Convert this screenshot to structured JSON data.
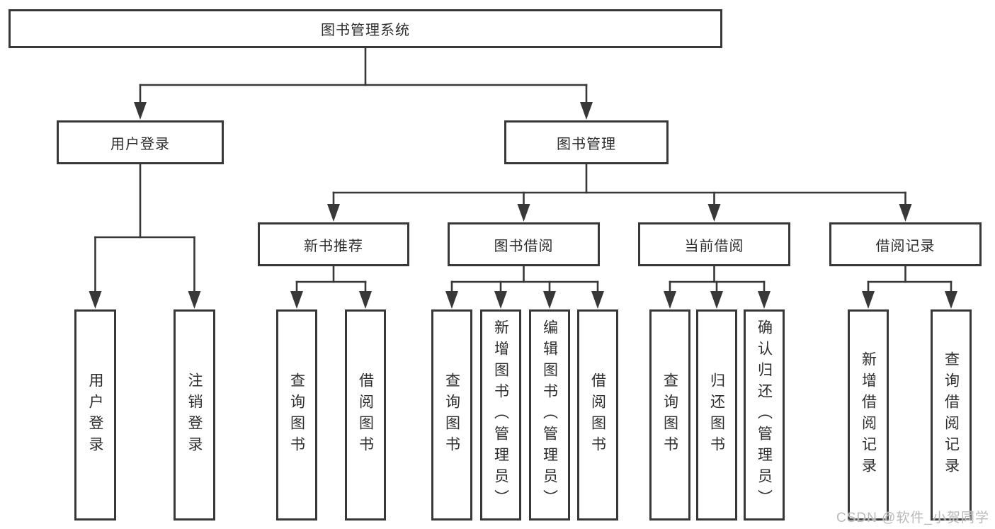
{
  "tree": {
    "root": {
      "label": "图书管理系统"
    },
    "branches": [
      {
        "label": "用户登录",
        "leaves": [
          {
            "label": "用户登录"
          },
          {
            "label": "注销登录"
          }
        ]
      },
      {
        "label": "图书管理",
        "groups": [
          {
            "label": "新书推荐",
            "leaves": [
              {
                "label": "查询图书"
              },
              {
                "label": "借阅图书"
              }
            ]
          },
          {
            "label": "图书借阅",
            "leaves": [
              {
                "label": "查询图书"
              },
              {
                "label": "新增图书（管理员）"
              },
              {
                "label": "编辑图书（管理员）"
              },
              {
                "label": "借阅图书"
              }
            ]
          },
          {
            "label": "当前借阅",
            "leaves": [
              {
                "label": "查询图书"
              },
              {
                "label": "归还图书"
              },
              {
                "label": "确认归还（管理员）"
              }
            ]
          },
          {
            "label": "借阅记录",
            "leaves": [
              {
                "label": "新增借阅记录"
              },
              {
                "label": "查询借阅记录"
              }
            ]
          }
        ]
      }
    ]
  },
  "watermark": "CSDN @软件_小贺同学",
  "colors": {
    "line": "#383838",
    "box_border": "#383838",
    "text": "#2d2d2d",
    "background": "#ffffff",
    "watermark": "#b9b9b9"
  }
}
